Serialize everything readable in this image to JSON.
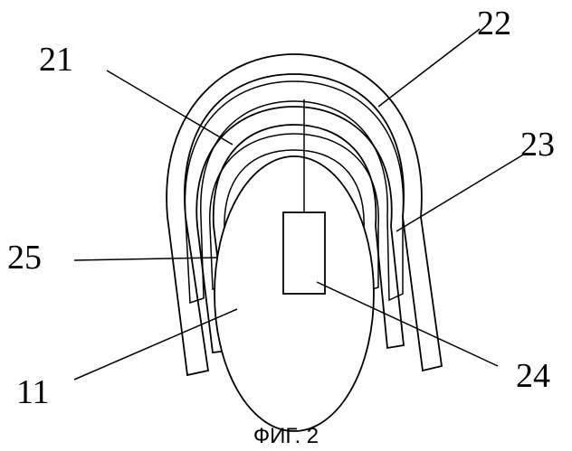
{
  "figure": {
    "caption": "ФИГ. 2",
    "labels": {
      "l21": "21",
      "l22": "22",
      "l23": "23",
      "l24": "24",
      "l25": "25",
      "l11": "11"
    },
    "colors": {
      "ink": "#000000",
      "paper": "#ffffff"
    }
  }
}
